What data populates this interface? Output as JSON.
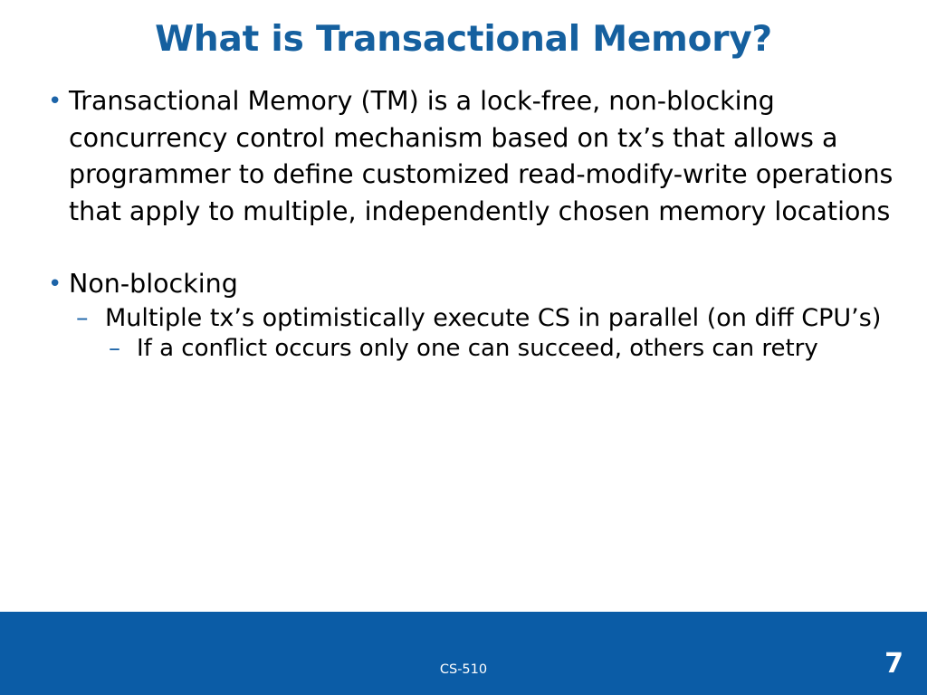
{
  "slide": {
    "title": "What is Transactional Memory?",
    "title_color": "#15609f",
    "background_color": "#ffffff",
    "body_text_color": "#000000",
    "bullet_marker_color": "#1d64a8",
    "content": [
      {
        "level": 1,
        "marker": "bullet-dot",
        "marker_glyph": "•",
        "text": "Transactional Memory (TM) is a lock-free, non-blocking concurrency control mechanism based on tx’s that allows a programmer to define customized read-modify-write operations that apply to multiple, independently chosen memory locations"
      },
      {
        "level": 1,
        "marker": "bullet-dot",
        "marker_glyph": "•",
        "text": "Non-blocking"
      },
      {
        "level": 2,
        "marker": "bullet-dash",
        "marker_glyph": "–",
        "text": "Multiple tx’s optimistically execute CS in parallel (on diff CPU’s)"
      },
      {
        "level": 3,
        "marker": "bullet-dash",
        "marker_glyph": "–",
        "text": "If a conflict occurs only one can succeed, others can retry"
      }
    ]
  },
  "footer": {
    "course": "CS-510",
    "page_number": "7",
    "bar_color": "#0b5ca6",
    "text_color": "#ffffff"
  }
}
